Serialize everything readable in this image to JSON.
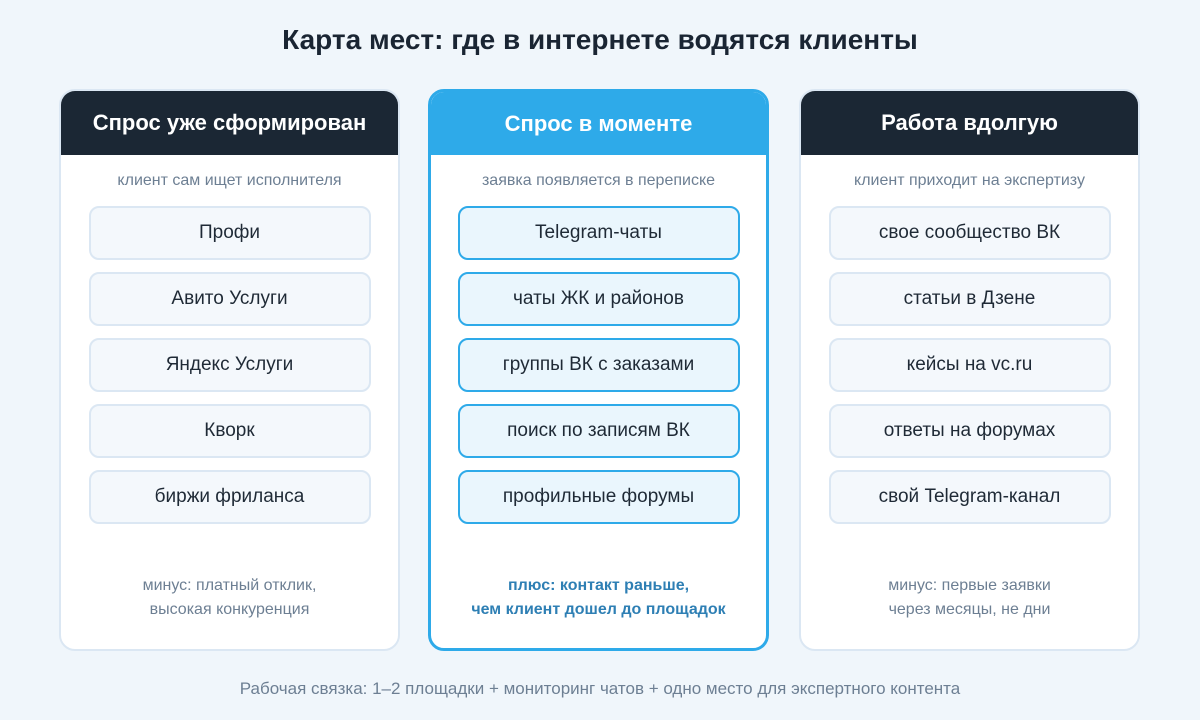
{
  "title": "Карта мест: где в интернете водятся клиенты",
  "columns": [
    {
      "header": "Спрос уже сформирован",
      "subtitle": "клиент сам ищет исполнителя",
      "items": [
        "Профи",
        "Авито Услуги",
        "Яндекс Услуги",
        "Кворк",
        "биржи фриланса"
      ],
      "note_line1": "минус: платный отклик,",
      "note_line2": "высокая конкуренция"
    },
    {
      "header": "Спрос в моменте",
      "subtitle": "заявка появляется в переписке",
      "items": [
        "Telegram-чаты",
        "чаты ЖК и районов",
        "группы ВК с заказами",
        "поиск по записям ВК",
        "профильные форумы"
      ],
      "note_line1": "плюс: контакт раньше,",
      "note_line2": "чем клиент дошел до площадок"
    },
    {
      "header": "Работа вдолгую",
      "subtitle": "клиент приходит на экспертизу",
      "items": [
        "свое сообщество ВК",
        "статьи в Дзене",
        "кейсы на vc.ru",
        "ответы на форумах",
        "свой Telegram-канал"
      ],
      "note_line1": "минус: первые заявки",
      "note_line2": "через месяцы, не дни"
    }
  ],
  "footer": "Рабочая связка: 1–2 площадки + мониторинг чатов + одно место для экспертного контента",
  "colors": {
    "dark_header": "#1b2734",
    "accent": "#2eaae9",
    "accent_text": "#2e7fb4",
    "muted_text": "#6d7f93"
  }
}
